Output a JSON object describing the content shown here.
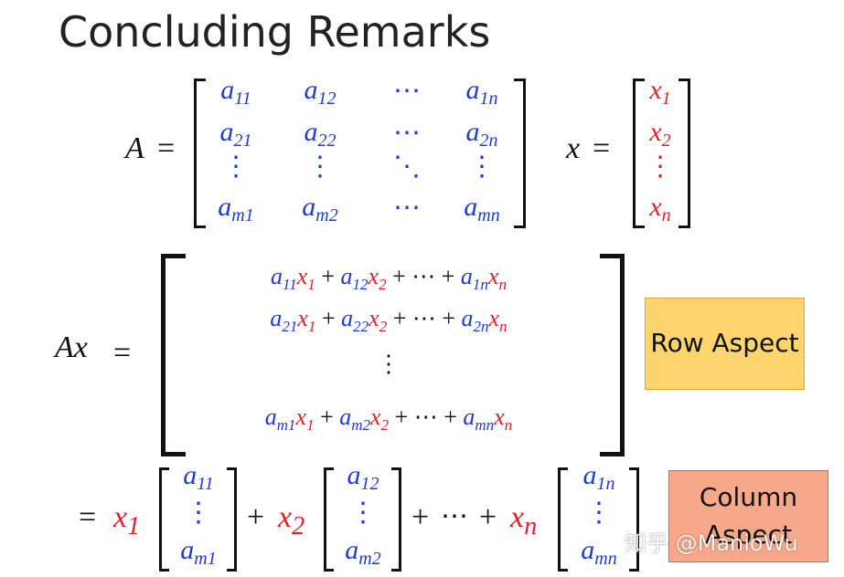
{
  "title": "Concluding Remarks",
  "matrix_A": {
    "label": "A",
    "equals": "=",
    "rows": [
      [
        "a11",
        "a12",
        "⋯",
        "a1n"
      ],
      [
        "a21",
        "a22",
        "⋯",
        "a2n"
      ],
      [
        "⋮",
        "⋮",
        "⋱",
        "⋮"
      ],
      [
        "am1",
        "am2",
        "⋯",
        "amn"
      ]
    ]
  },
  "vector_x": {
    "label": "x",
    "equals": "=",
    "entries": [
      "x1",
      "x2",
      "⋮",
      "xn"
    ]
  },
  "row_aspect": {
    "label": "Ax",
    "equals": "=",
    "lines": [
      "a11x1 + a12x2 + ⋯ + a1nxn",
      "a21x1 + a22x2 + ⋯ + a2nxn",
      "⋮",
      "am1x1 + am2x2 + ⋯ + amnxn"
    ],
    "box_label": "Row Aspect"
  },
  "column_aspect": {
    "equals": "=",
    "terms": [
      {
        "coef": "x1",
        "col": [
          "a11",
          "⋮",
          "am1"
        ]
      },
      {
        "coef": "x2",
        "col": [
          "a12",
          "⋮",
          "am2"
        ]
      },
      {
        "coef": "xn",
        "col": [
          "a1n",
          "⋮",
          "amn"
        ]
      }
    ],
    "plus": "+",
    "dots": "⋯",
    "box_label": "Column Aspect"
  },
  "watermark": "知乎 @ManioWu",
  "colors": {
    "blue": "#1f3bd6",
    "red": "#e0202a",
    "row_box": "#fdd46e",
    "col_box": "#f7a88a"
  }
}
